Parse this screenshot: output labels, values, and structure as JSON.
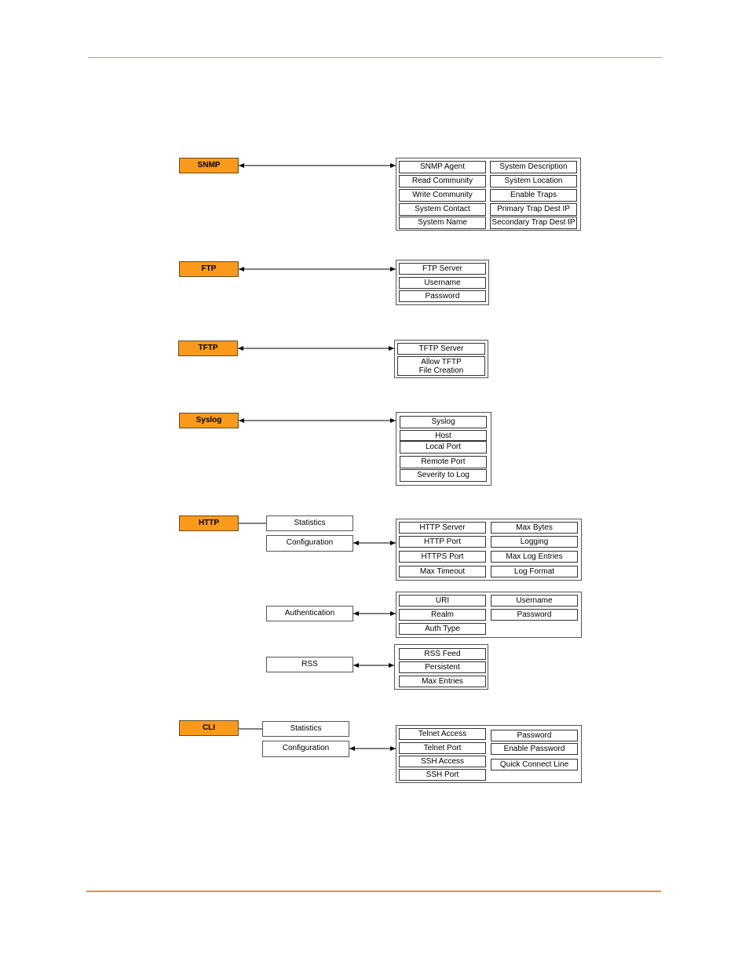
{
  "diagram": {
    "snmp": {
      "node": "SNMP",
      "fields_left": [
        "SNMP Agent",
        "Read Community",
        "Write Community",
        "System Contact",
        "System Name"
      ],
      "fields_right": [
        "System Description",
        "System Location",
        "Enable Traps",
        "Primary Trap Dest IP",
        "Secondary Trap Dest IP"
      ]
    },
    "ftp": {
      "node": "FTP",
      "fields": [
        "FTP Server",
        "Username",
        "Password"
      ]
    },
    "tftp": {
      "node": "TFTP",
      "fields": [
        "TFTP Server",
        "Allow TFTP\nFile Creation"
      ]
    },
    "syslog": {
      "node": "Syslog",
      "fields": [
        "Syslog",
        "Host",
        "Local Port",
        "Remote Port",
        "Severity to Log"
      ]
    },
    "http": {
      "node": "HTTP",
      "statistics": "Statistics",
      "configuration": "Configuration",
      "authentication": "Authentication",
      "rss": "RSS",
      "config_left": [
        "HTTP Server",
        "HTTP Port",
        "HTTPS Port",
        "Max Timeout"
      ],
      "config_right": [
        "Max Bytes",
        "Logging",
        "Max Log Entries",
        "Log Format"
      ],
      "auth_left": [
        "URI",
        "Realm",
        "Auth Type"
      ],
      "auth_right": [
        "Username",
        "Password"
      ],
      "rss_fields": [
        "RSS Feed",
        "Persistent",
        "Max Entries"
      ]
    },
    "cli": {
      "node": "CLI",
      "statistics": "Statistics",
      "configuration": "Configuration",
      "config_left": [
        "Telnet Access",
        "Telnet Port",
        "SSH Access",
        "SSH Port"
      ],
      "config_right": [
        "Password",
        "Enable Password",
        "Quick Connect Line"
      ]
    }
  }
}
